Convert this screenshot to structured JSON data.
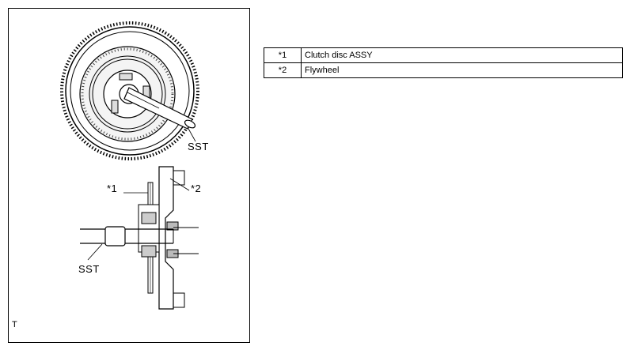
{
  "figure": {
    "code": "T",
    "labels": {
      "sst_top": "SST",
      "callout_1": "*1",
      "callout_2": "*2",
      "sst_bottom": "SST"
    }
  },
  "legend": {
    "rows": [
      {
        "code": "*1",
        "text": "Clutch disc ASSY"
      },
      {
        "code": "*2",
        "text": "Flywheel"
      }
    ]
  }
}
